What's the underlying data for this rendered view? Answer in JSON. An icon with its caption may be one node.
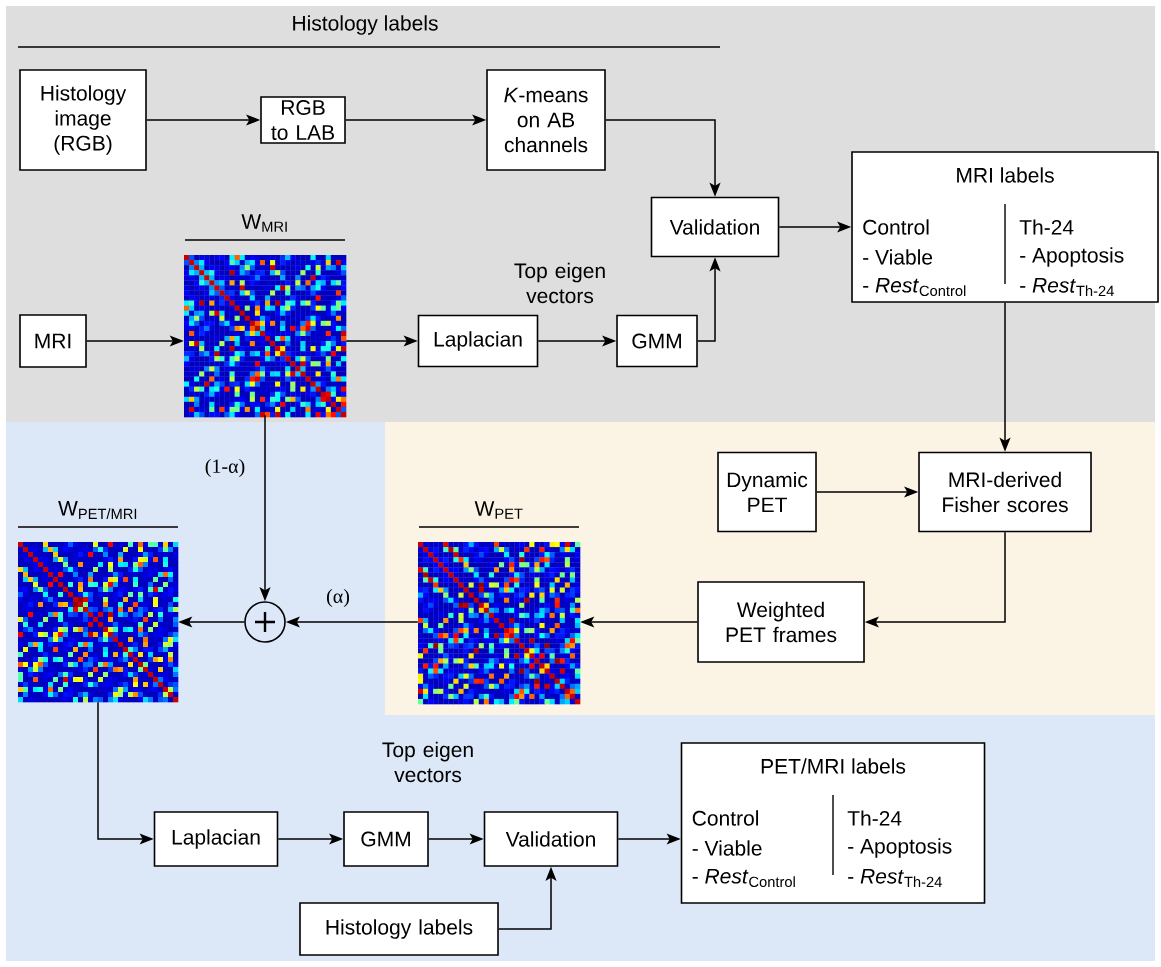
{
  "diagram": {
    "nodes": [
      {
        "text": [
          "Histology image (RGB)"
        ]
      },
      {
        "text": [
          "RGB to LAB"
        ]
      },
      {
        "text": [
          "*K*-means on AB channels"
        ]
      },
      {
        "text": [
          "Validation"
        ]
      },
      {
        "text": [
          "MRI labels",
          "Control",
          "- Viable",
          "- *Rest*$_{Control}$",
          "Th-24",
          "- Apoptosis",
          "- *Rest*$_{Th-24}$"
        ]
      },
      {
        "text": [
          "MRI"
        ]
      },
      {
        "text": [],
        "shape": "picture",
        "beside": [
          "W$_{MRI}$"
        ]
      },
      {
        "text": [
          "Laplacian"
        ]
      },
      {
        "text": [
          "GMM"
        ]
      },
      {
        "text": [
          "Dynamic PET"
        ]
      },
      {
        "text": [
          "MRI-derived Fisher scores"
        ]
      },
      {
        "text": [
          "Weighted PET frames"
        ]
      },
      {
        "text": [],
        "shape": "picture",
        "beside": [
          "W$_{PET}$"
        ]
      },
      {
        "text": [],
        "shape": "circle"
      },
      {
        "text": [],
        "shape": "picture",
        "beside": [
          "W$_{PET/MRI}$"
        ]
      },
      {
        "text": [
          "Laplacian"
        ]
      },
      {
        "text": [
          "GMM"
        ]
      },
      {
        "text": [
          "Validation"
        ]
      },
      {
        "text": [
          "PET/MRI labels",
          "Control",
          "- Viable",
          "- *Rest*$_{Control}$",
          "Th-24",
          "- Apoptosis",
          "- *Rest*$_{Th-24}$"
        ]
      },
      {
        "text": [
          "Histology labels"
        ]
      }
    ],
    "edges": [
      {
        "from": 0,
        "to": 1,
        "arrow": "to"
      },
      {
        "from": 1,
        "to": 2,
        "arrow": "to"
      },
      {
        "from": 2,
        "to": 3,
        "arrow": "to"
      },
      {
        "from": 5,
        "to": 6,
        "arrow": "to"
      },
      {
        "from": 6,
        "to": 7,
        "arrow": "to"
      },
      {
        "from": 7,
        "to": 8,
        "arrow": "to"
      },
      {
        "from": 8,
        "to": 3,
        "arrow": "to"
      },
      {
        "from": 3,
        "to": 4,
        "arrow": "to"
      },
      {
        "from": 4,
        "to": 10,
        "arrow": "to"
      },
      {
        "from": 9,
        "to": 10,
        "arrow": "to"
      },
      {
        "from": 10,
        "to": 11,
        "arrow": "to"
      },
      {
        "from": 11,
        "to": 12,
        "arrow": "to"
      },
      {
        "from": 12,
        "to": 13,
        "arrow": "to",
        "label": "(α)"
      },
      {
        "from": 6,
        "to": 13,
        "arrow": "to",
        "label": "(1-α)"
      },
      {
        "from": 13,
        "to": 14,
        "arrow": "to"
      },
      {
        "from": 14,
        "to": 15,
        "arrow": "to"
      },
      {
        "from": 15,
        "to": 16,
        "arrow": "to"
      },
      {
        "from": 16,
        "to": 17,
        "arrow": "to"
      },
      {
        "from": 17,
        "to": 18,
        "arrow": "to"
      },
      {
        "from": 19,
        "to": 17,
        "arrow": "to"
      }
    ],
    "labels": [
      "Histology labels",
      "Top eigen vectors",
      "Top eigen vectors"
    ]
  }
}
